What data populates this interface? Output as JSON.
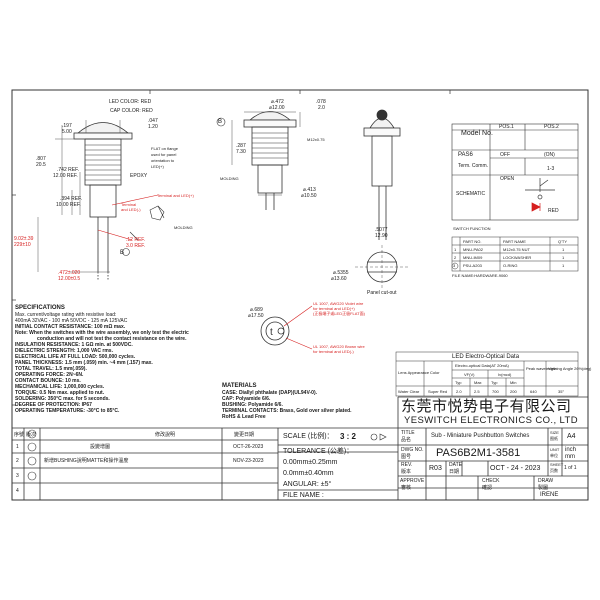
{
  "dims_left": {
    "led_cap_color": "LED COLOR: RED",
    "cap_color": "CAP COLOR: RED",
    "d197": ".197",
    "d500": "5.00",
    "d047": ".047",
    "d120": "1.20",
    "flat_note_1": "FLAT on flange",
    "flat_note_2": "used for panel",
    "flat_note_3": "orientation to",
    "flat_note_4": "LED(+)",
    "d807": ".807",
    "d205": "20.5",
    "d742": ".742 REF.",
    "d1200": "12.00 REF.",
    "epoxy": "EPOXY",
    "d394": ".394 REF.",
    "d1000": "10.00 REF.",
    "term_red_1": "Terminal and LED(+)",
    "term_red_2": "Terminal",
    "term_red_3": "and LED(-)",
    "molding": "MOLDING",
    "d12ref": ".12 REF.",
    "d30ref": "3.0 REF.",
    "wire_len_1": "9.02±.39",
    "wire_len_2": "229±10",
    "d472": ".472±.020",
    "d1200b": "12.00±0.5"
  },
  "dims_mid": {
    "dia472": "⌀.472",
    "dia1200": "⌀12.00",
    "d078": ".078",
    "d20": "2.0",
    "thread": "M12x0.75",
    "d287": ".287",
    "d730": "7.30",
    "molding": "MOLDING",
    "dia413": "⌀.413",
    "dia1050": "⌀10.50",
    "d5077": ".5077",
    "d1290": "12.90",
    "dia5355": "⌀.5355",
    "dia1360": "⌀13.60",
    "panel_cut": "Panel cut-out",
    "dia689": "⌀.689",
    "dia1750": "⌀17.50",
    "ul_red_1": "UL 1007, AWG20 Violet wire",
    "ul_red_2": "for terminal and LED(+)",
    "ul_red_3": "(正极端子或LED正极FLAT面)",
    "ul_red_4": "UL 1007, AWG20 Brown wire",
    "ul_red_5": "for terminal and LED(-)"
  },
  "schematic": {
    "model_no": "Model No.",
    "pos1": "POS.1",
    "pos2": "POS.2",
    "pas6": "PAS6",
    "off": "OFF",
    "on": "(ON)",
    "term_comm": "Term. Comm.",
    "open": "OPEN",
    "c13": "1-3",
    "schematic": "SCHEMATIC",
    "red": "RED",
    "switch_function": "SWITCH FUNCTION",
    "parts": {
      "headers": [
        "",
        "PART NO.",
        "PART NAME",
        "Q'TY"
      ],
      "rows": [
        [
          "1",
          "MNU-PA02",
          "M12x0.75 NUT",
          "1"
        ],
        [
          "2",
          "MNU-IM09",
          "LOCKWASHER",
          "1"
        ],
        [
          "3",
          "PSU-A203",
          "O-RING",
          "1"
        ]
      ],
      "file_name": "FILE NAME:HARDWARE-9060"
    }
  },
  "specs": {
    "title": "SPECIFICATIONS",
    "lines": [
      "Max. current/voltage rating with resistive load:",
      "400mA 32VAC - 100 mA 50VDC - 125 mA 125VAC",
      "INITIAL CONTACT RESISTANCE: 100 mΩ max.",
      "Note: When the switches with the wire assembly, we only test the electric",
      "conduction and will not test the contact resistance on the wire.",
      "INSULATION RESISTANCE: 1 GΩ min. at 500VDC.",
      "DIELECTRIC STRENGTH: 1,000 VAC rms.",
      "ELECTRICAL LIFE AT FULL LOAD: 500,000 cycles.",
      "PANEL THICKNESS: 1.5 mm (.059) min. ~4 mm (.157) max.",
      "TOTAL TRAVEL: 1.5 mm(.059).",
      "OPERATING FORCE: 2N~6N.",
      "CONTACT BOUNCE: 10 ms.",
      "MECHANICAL LIFE: 1,000,000 cycles.",
      "TORQUE: 0.5 Nm max. applied to nut.",
      "SOLDERING: 350°C max. for 5 seconds.",
      "DEGREE OF PROTECTION: IP67",
      "OPERATING TEMPERATURE: -30°C to 85°C."
    ]
  },
  "materials": {
    "title": "MATERIALS",
    "lines": [
      "CASE: Diallyl phthalate (DAP)(UL94V-0).",
      "CAP: Polyamide 6/6.",
      "BUSHING: Polyamide 6/6.",
      "TERMINAL CONTACTS: Brass, Gold over silver plated.",
      "RoHS & Lead Free"
    ]
  },
  "led_table": {
    "title": "LED Electro-Optical Data",
    "h_lens": "Lens Appearance",
    "h_color": "Color",
    "h_elec": "Electro-optical Data(AT 20mA)",
    "h_peak": "Peak wavelength",
    "h_view": "Viewing Angle 2θ½(deg)",
    "h_vf": "VF(V)",
    "h_iv": "Iv(mcd)",
    "h_typ": "Typ",
    "h_max": "Max",
    "h_typ2": "Typ",
    "h_min": "Min",
    "row": [
      "Water Clear",
      "Super Red",
      "2.0",
      "2.5",
      "700",
      "200",
      "640",
      "35°"
    ]
  },
  "title_block": {
    "company_cn": "东莞市悦势电子有限公司",
    "company_en": "YESWITCH ELECTRONICS CO., LTD",
    "title_label": "TITLE",
    "title_cn": "品名",
    "title_value": "Sub - Miniature Pushbutton Switches",
    "size_label": "SIZE",
    "size_cn": "图纸",
    "size_value": "A4",
    "scale_label": "SCALE (比例)：",
    "scale_value": "3 : 2",
    "dwg_label": "DWG NO.",
    "dwg_cn": "图号",
    "dwg_value": "PAS6B2M1-3581",
    "unit_label": "UNIT",
    "unit_cn": "单位",
    "unit_value_1": "inch",
    "unit_value_2": "mm",
    "tolerance_label": "TOLERANCE (公差)：",
    "tolerance_1": "0.00mm±0.25mm",
    "tolerance_2": "0.0mm±0.40mm",
    "angular": "ANGULAR: ±5°",
    "file_name": "FILE NAME :",
    "rev_label": "REV.",
    "rev_cn": "版本",
    "rev_value": "R03",
    "date_label": "DATE",
    "date_cn": "日期",
    "date_value": "OCT - 24 - 2023",
    "sheet_label": "SHEET",
    "sheet_cn": "页数",
    "sheet_value": "1 of 1",
    "approve_label": "APPROVE",
    "approve_cn": "審核",
    "check_label": "CHECK",
    "check_cn": "確認",
    "draw_label": "DRAW",
    "draw_cn": "製圖",
    "draw_value": "IRENE"
  },
  "revision_table": {
    "headers": [
      "序號",
      "版次",
      "修改說明",
      "變更日期"
    ],
    "rows": [
      [
        "1",
        "",
        "",
        "OCT-26-2023"
      ],
      [
        "2",
        "",
        "新增BUSHING說明MATTE和操作溫度",
        "NOV-23-2023"
      ],
      [
        "3",
        "",
        "",
        ""
      ],
      [
        "4",
        "",
        "",
        ""
      ]
    ],
    "row1_desc": "設變增圖"
  },
  "colors": {
    "ink": "#1a1a1a",
    "red_note": "#d61f1f",
    "line": "#444444"
  }
}
